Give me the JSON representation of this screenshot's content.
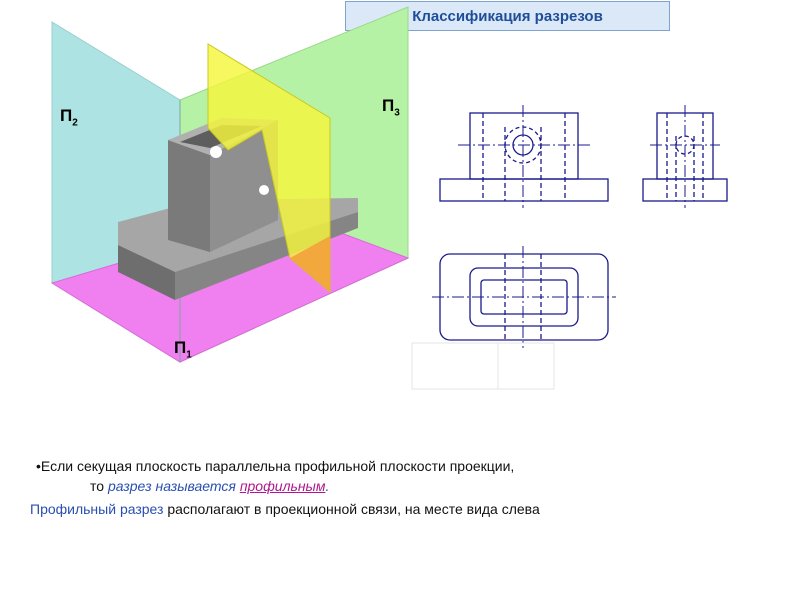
{
  "title": "Классификация разрезов",
  "planes": {
    "p2": {
      "base": "П",
      "sub": "2"
    },
    "p3": {
      "base": "П",
      "sub": "3"
    },
    "p1": {
      "base": "П",
      "sub": "1"
    }
  },
  "text": {
    "bullet": "•",
    "line1": "Если секущая плоскость параллельна профильной плоскости   проекции,",
    "line2_prefix": "то  ",
    "line2_phrase": "разрез называется ",
    "line2_term": "профильным",
    "line2_end": ".",
    "line3_term": "Профильный разрез",
    "line3_rest": " располагают в проекционной связи, на месте вида слева"
  },
  "colors": {
    "frontal_plane": "#aee3e3",
    "profile_plane": "#b6f2a6",
    "horizontal_plane": "#f07ff0",
    "cutting_plane": "#f5f53c",
    "part_gray": "#8c8c8c",
    "drawing_line": "#1a1a8c",
    "title_text": "#1f4e99"
  }
}
